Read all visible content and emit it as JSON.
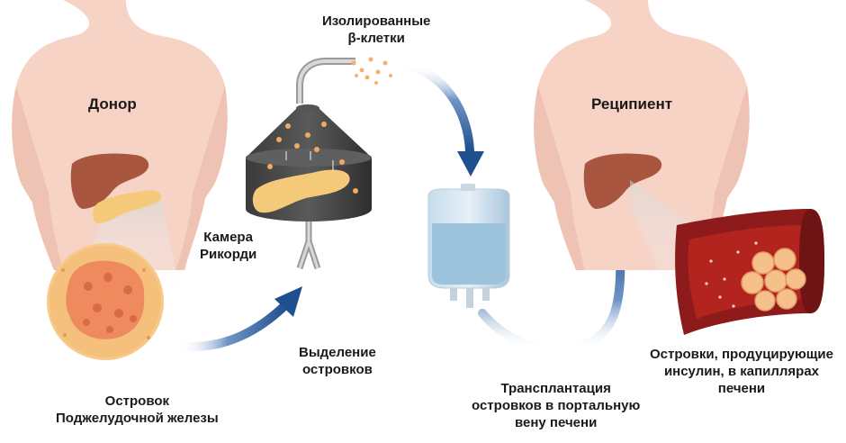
{
  "labels": {
    "donor": "Донор",
    "recipient": "Реципиент",
    "isolated_cells_line1": "Изолированные",
    "isolated_cells_line2": "β-клетки",
    "ricordi_line1": "Камера",
    "ricordi_line2": "Рикорди",
    "isolation_line1": "Выделение",
    "isolation_line2": "островков",
    "islet_line1": "Островок",
    "islet_line2": "Поджелудочной железы",
    "transplant_line1": "Трансплантация",
    "transplant_line2": "островков в портальную",
    "transplant_line3": "вену печени",
    "producing_line1": "Островки, продуцирующие",
    "producing_line2": "инсулин, в капиллярах",
    "producing_line3": "печени"
  },
  "colors": {
    "skin": "#f7d3c6",
    "skin_shade": "#efc3b4",
    "liver": "#a8563f",
    "pancreas": "#f4c97a",
    "islet_outer": "#f7c98a",
    "islet_inner": "#ee8a5e",
    "chamber": "#4a4a4a",
    "arrow": "#1f4f8f",
    "iv_bag": "#9ec3dc",
    "vessel": "#8e1b1b",
    "vessel_inner": "#b3241f"
  }
}
